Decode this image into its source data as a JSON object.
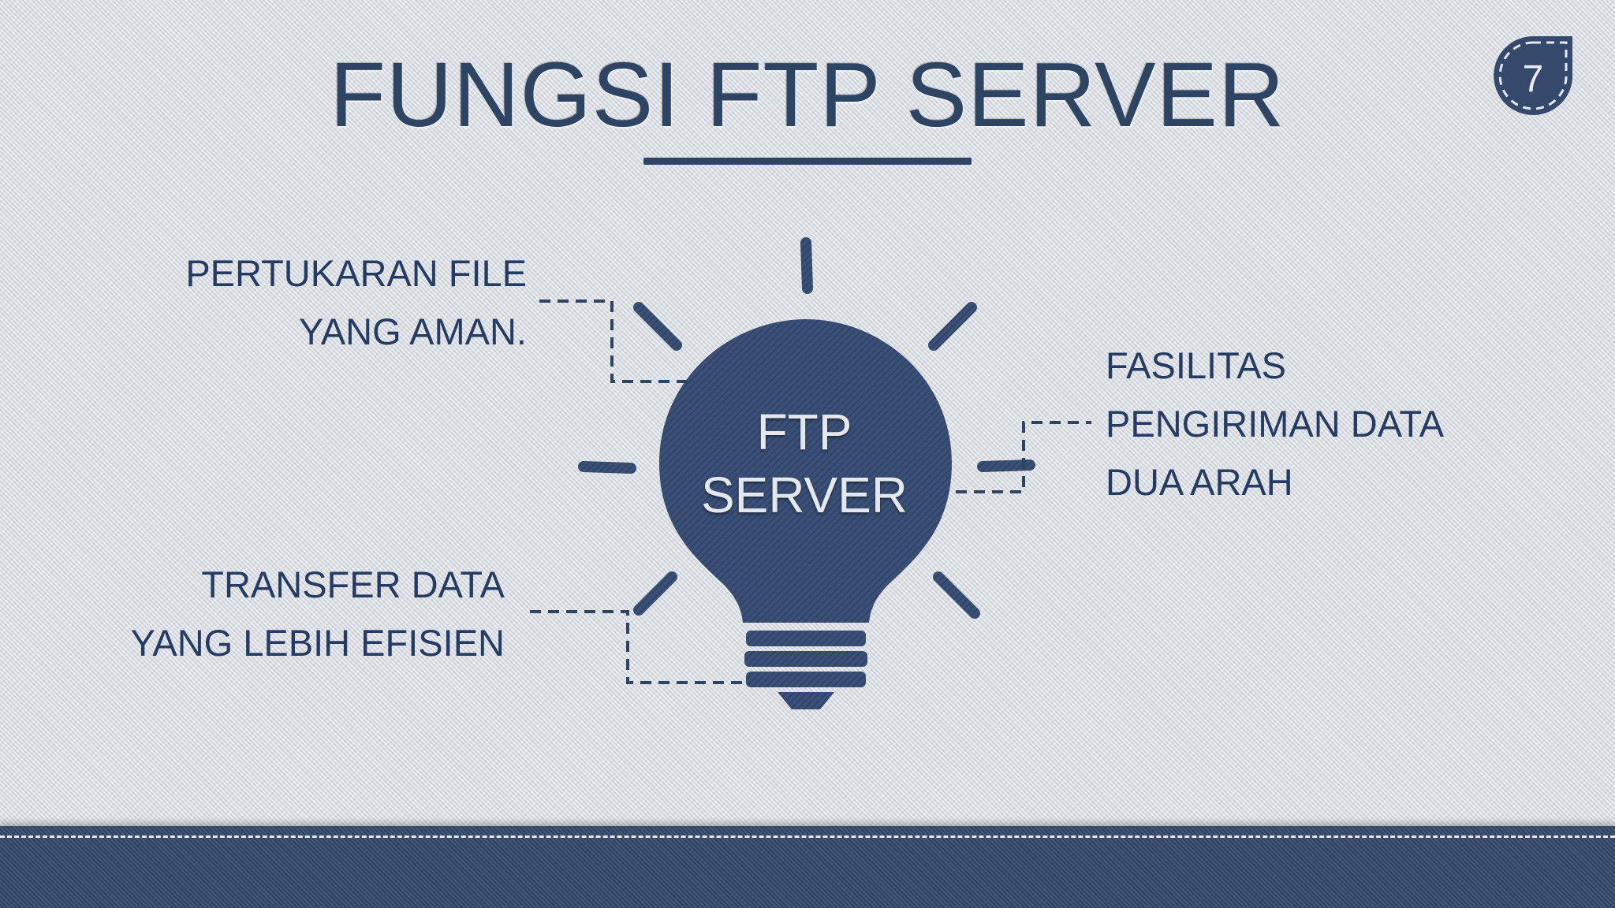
{
  "title": "FUNGSI FTP SERVER",
  "page_number": "7",
  "center": {
    "line1": "FTP",
    "line2": "SERVER"
  },
  "items": {
    "top_left": {
      "line1": "PERTUKARAN FILE",
      "line2": "YANG AMAN."
    },
    "bottom_left": {
      "line1": "TRANSFER DATA",
      "line2": "YANG LEBIH EFISIEN"
    },
    "right": {
      "line1": "FASILITAS",
      "line2": "PENGIRIMAN DATA",
      "line3": "DUA ARAH"
    }
  },
  "colors": {
    "navy": "#2e4463",
    "label": "#243c63",
    "background": "#dfe2e6"
  }
}
